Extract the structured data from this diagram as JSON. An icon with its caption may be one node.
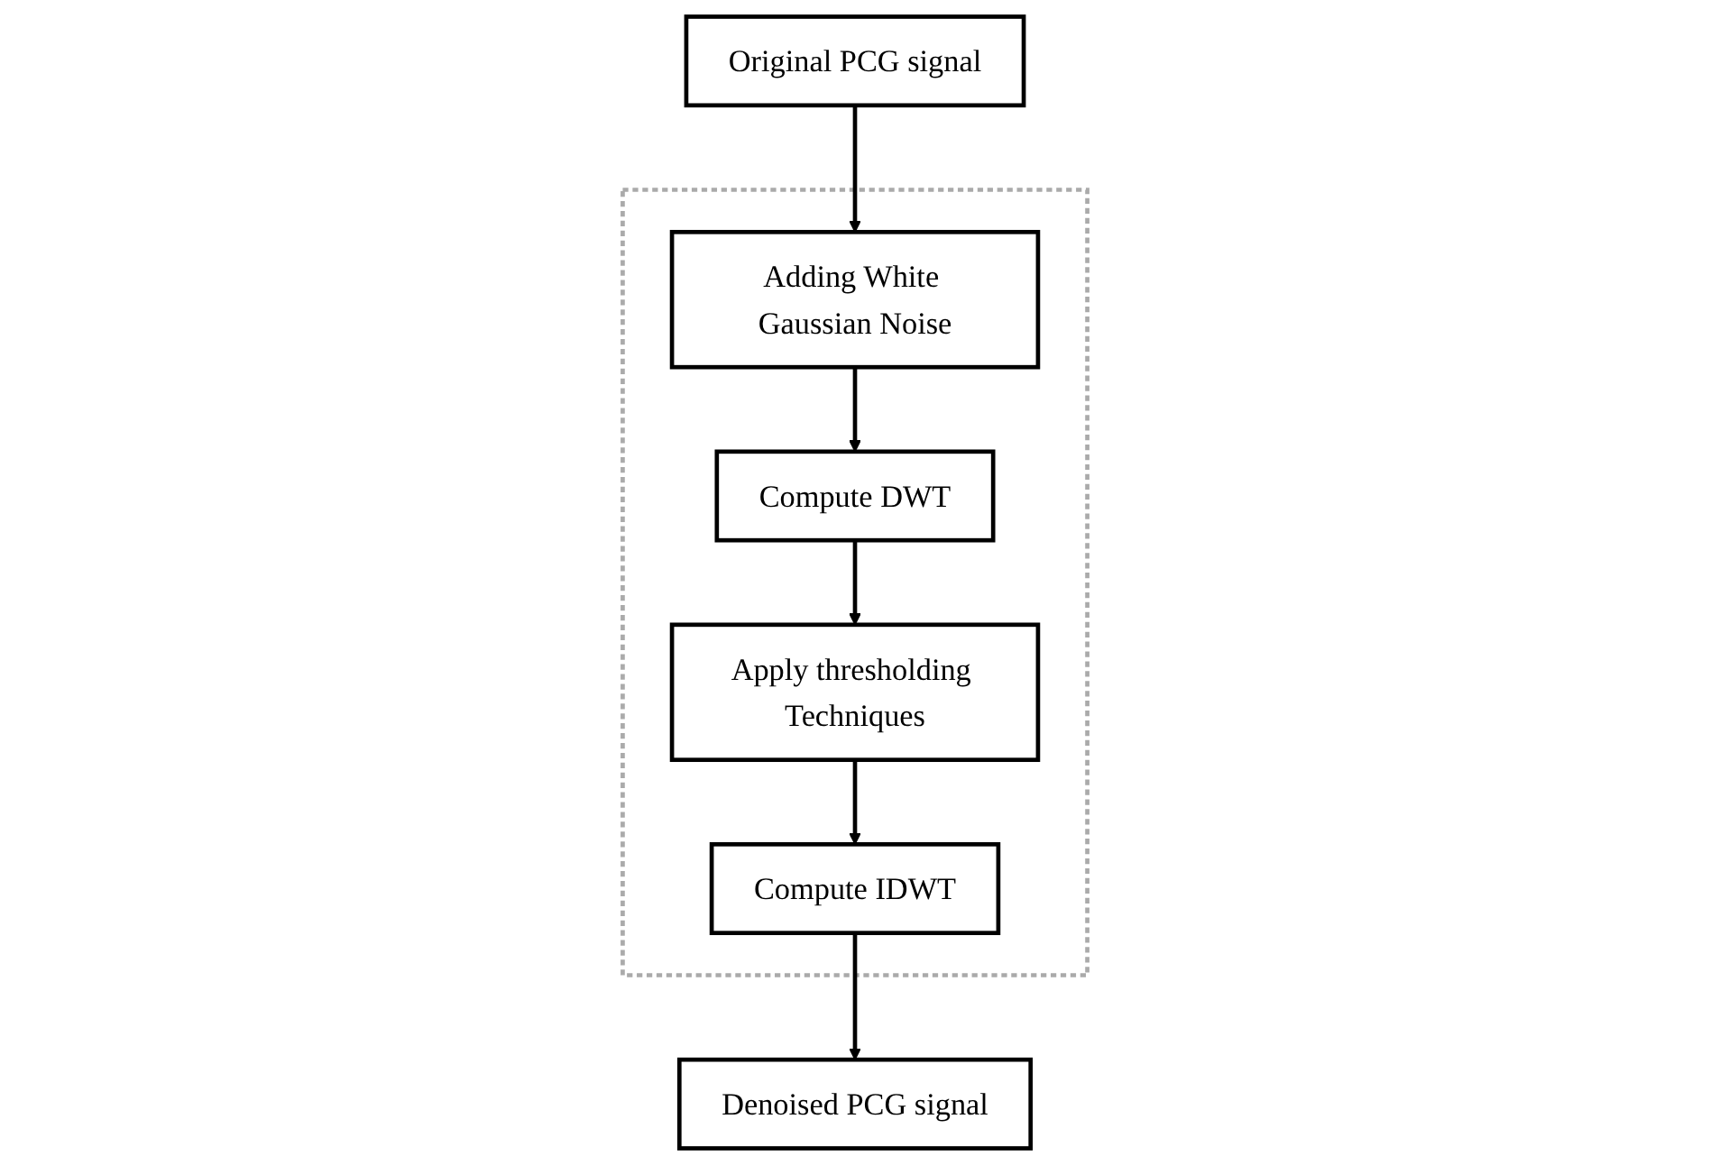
{
  "diagram": {
    "nodes": [
      {
        "text": [
          "Original PCG signal"
        ]
      },
      {
        "text": [],
        "shape": "box"
      },
      {
        "text": [
          "Adding White Gaussian Noise"
        ],
        "in": 1
      },
      {
        "text": [
          "Compute DWT"
        ],
        "in": 1
      },
      {
        "text": [
          "Apply thresholding Techniques"
        ],
        "in": 1
      },
      {
        "text": [
          "Compute IDWT"
        ],
        "in": 1
      },
      {
        "text": [
          "Denoised PCG signal"
        ]
      }
    ],
    "edges": [
      {
        "from": 0,
        "to": 2,
        "arrow": "to"
      },
      {
        "from": 2,
        "to": 3,
        "arrow": "to"
      },
      {
        "from": 3,
        "to": 4,
        "arrow": "to"
      },
      {
        "from": 4,
        "to": 5,
        "arrow": "to"
      },
      {
        "from": 5,
        "to": 6,
        "arrow": "to"
      }
    ]
  }
}
